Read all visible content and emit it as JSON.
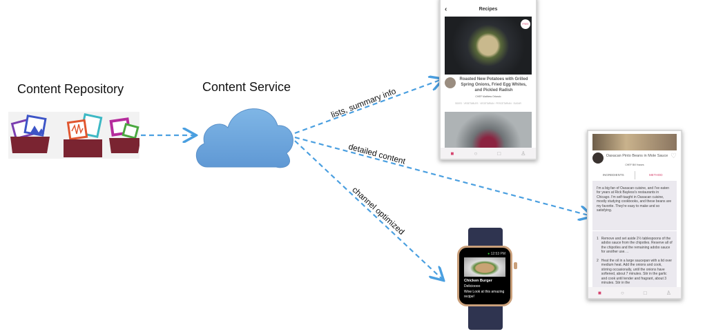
{
  "repository": {
    "title": "Content Repository",
    "icons": [
      "image-folder-icon",
      "audio-folder-icon",
      "video-folder-icon"
    ]
  },
  "service": {
    "title": "Content Service",
    "icon": "cloud-icon"
  },
  "arrows": {
    "lists": "lists, summary info",
    "detailed": "detailed content",
    "channel": "channel optimized"
  },
  "phone_list": {
    "header": "Recipes",
    "badge": "FREE",
    "recipe_title": "Roasted New Potatoes with Grilled Spring Onions, Fried Egg Whites, and Pickled Radish",
    "chef": "CHEF Matthew Orlando",
    "tags": "SIDES · VEGETABLES · VEGETARIAN · PESCETARIAN · SUGAR"
  },
  "phone_detail": {
    "recipe_title": "Oaxacan Pinto Beans in Mole Sauce",
    "chef": "CHEF Bill Yosses",
    "tabs": [
      "INGREDIENTS",
      "METHOD"
    ],
    "intro": "I'm a big fan of Oaxacan cuisine, and I've eaten for years at Rick Bayless's restaurants in Chicago. I'm self-taught in Oaxacan cuisine, mostly studying cookbooks, and these beans are my favorite. They're easy to make and so satisfying.",
    "steps": [
      {
        "num": "1",
        "text": "Remove and set aside 2½ tablespoons of the adobo sauce from the chipotles. Reserve all of the chipotles and the remaining adobo sauce for another use. .."
      },
      {
        "num": "2",
        "text": "Heat the oil in a large saucepan with a lid over medium heat. Add the onions and cook, stirring occasionally, until the onions have softened, about 7 minutes. Stir in the garlic and cook until tender and fragrant, about 3 minutes. Stir in the"
      }
    ]
  },
  "watch": {
    "time": "12:53 PM",
    "title": "Chicken Burger",
    "subtitle": "Delicioooo",
    "text": "Wow Look at this amazing recipe!"
  }
}
